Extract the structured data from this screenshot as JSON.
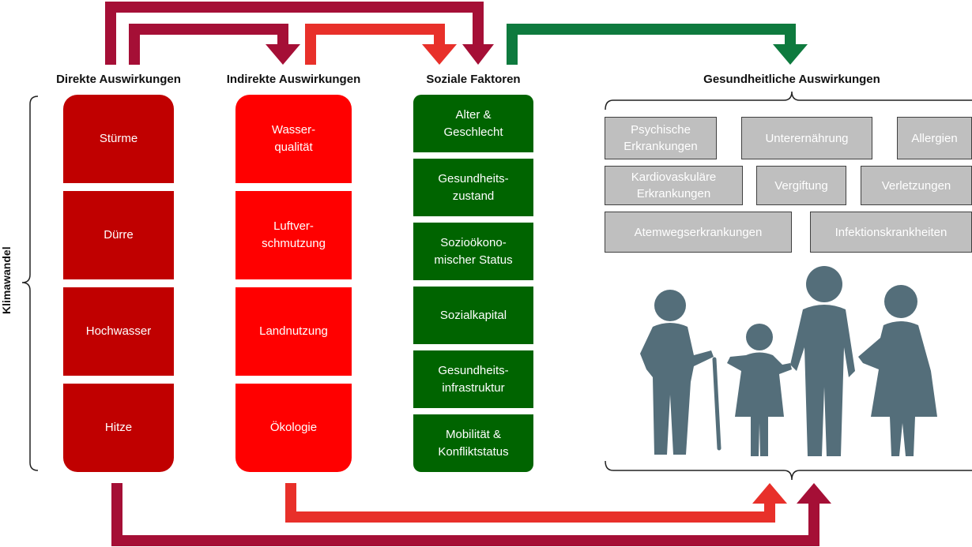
{
  "side_label": "Klimawandel",
  "titles": {
    "direct": "Direkte Auswirkungen",
    "indirect": "Indirekte Auswirkungen",
    "social": "Soziale Faktoren",
    "health": "Gesundheitliche Auswirkungen"
  },
  "direct_items": [
    "Stürme",
    "Dürre",
    "Hochwasser",
    "Hitze"
  ],
  "indirect_items": [
    "Wasser-\nqualität",
    "Luftver-\nschmutzung",
    "Landnutzung",
    "Ökologie"
  ],
  "social_items": [
    "Alter &\nGeschlecht",
    "Gesundheits-\nzustand",
    "Sozioökono-\nmischer Status",
    "Sozialkapital",
    "Gesundheits-\ninfrastruktur",
    "Mobilität &\nKonfliktstatus"
  ],
  "health_items": {
    "psychisch": "Psychische\nErkrankungen",
    "unterernaehrung": "Unterernährung",
    "allergien": "Allergien",
    "kardio": "Kardiovaskuläre\nErkrankungen",
    "vergiftung": "Vergiftung",
    "verletzungen": "Verletzungen",
    "atemweg": "Atemwegserkrankungen",
    "infektion": "Infektionskrankheiten"
  },
  "colors": {
    "direct": "#c00000",
    "indirect": "#ff0000",
    "social": "#006400",
    "arrow_dark": "#a50f36",
    "arrow_red": "#e8302a",
    "arrow_green": "#0e7a3e",
    "health_box": "#bfbfbf",
    "family": "#546e7a"
  },
  "icons": [
    "family-icon"
  ]
}
